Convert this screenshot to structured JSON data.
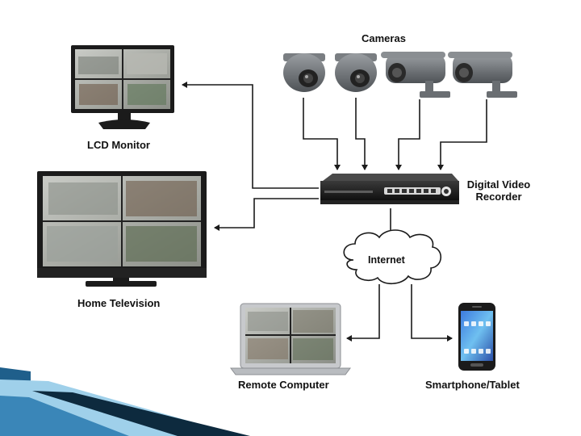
{
  "labels": {
    "cameras": "Cameras",
    "dvr_line1": "Digital Video",
    "dvr_line2": "Recorder",
    "lcd_monitor": "LCD Monitor",
    "home_television": "Home Television",
    "internet": "Internet",
    "remote_computer": "Remote Computer",
    "smartphone_tablet": "Smartphone/Tablet"
  },
  "colors": {
    "slide_accent_dark": "#1f5f8b",
    "slide_accent_light": "#9fd0ea",
    "camera_gray": "#6a6e72",
    "device_black": "#1b1b1b",
    "arrow": "#1a1a1a"
  }
}
